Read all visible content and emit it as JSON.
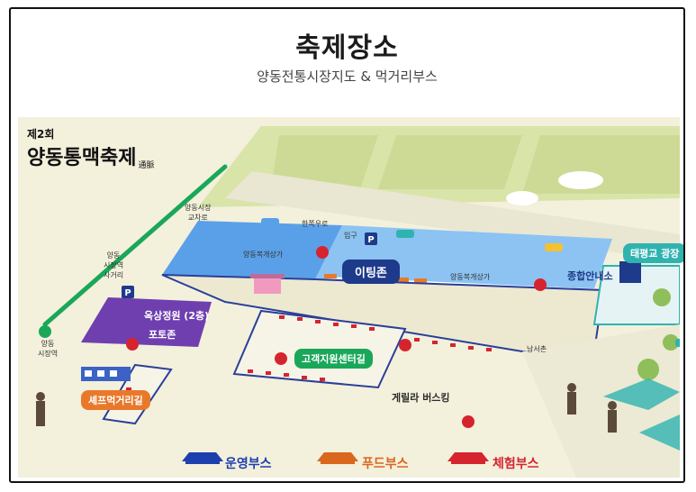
{
  "header": {
    "title": "축제장소",
    "subtitle": "양동전통시장지도 & 먹거리부스"
  },
  "festival_logo": {
    "edition": "제2회",
    "name": "양동통맥축제",
    "hanja": "通脈"
  },
  "map": {
    "zones": {
      "eating_zone": "이팅존",
      "info_center": "종합안내소",
      "taepyeonggyo_square": "태평교 광장",
      "rooftop_garden": "옥상정원 (2층)",
      "photo_zone": "포토존",
      "customer_center_st": "고객지원센터길",
      "chef_food_st": "셰프먹거리길",
      "guerrilla_busking": "게릴라 버스킹"
    },
    "places": {
      "yangdong_market_intersection": "양동시장\n교차로",
      "yangdong_market_station_intersection": "양동\n시장역\n사거리",
      "yangdong_station": "양동\n시장역",
      "one_way": "한쪽우로",
      "entrance": "입구",
      "parking_bldg_1": "양동복개상가",
      "parking_bldg_2": "양동복개상가",
      "namseochon": "남서촌"
    }
  },
  "legend": [
    {
      "label": "운영부스",
      "color": "#1e3fae"
    },
    {
      "label": "푸드부스",
      "color": "#d9671e"
    },
    {
      "label": "체험부스",
      "color": "#d6242f"
    }
  ],
  "colors": {
    "road_blue": "#5aa0e8",
    "zone_green": "#1aa75a",
    "teal": "#2fb3b0",
    "purple": "#6f3fb0",
    "navy": "#1e3a8a",
    "orange": "#e8792b",
    "field": "#d9e4a9",
    "ground": "#f3f0dc"
  }
}
